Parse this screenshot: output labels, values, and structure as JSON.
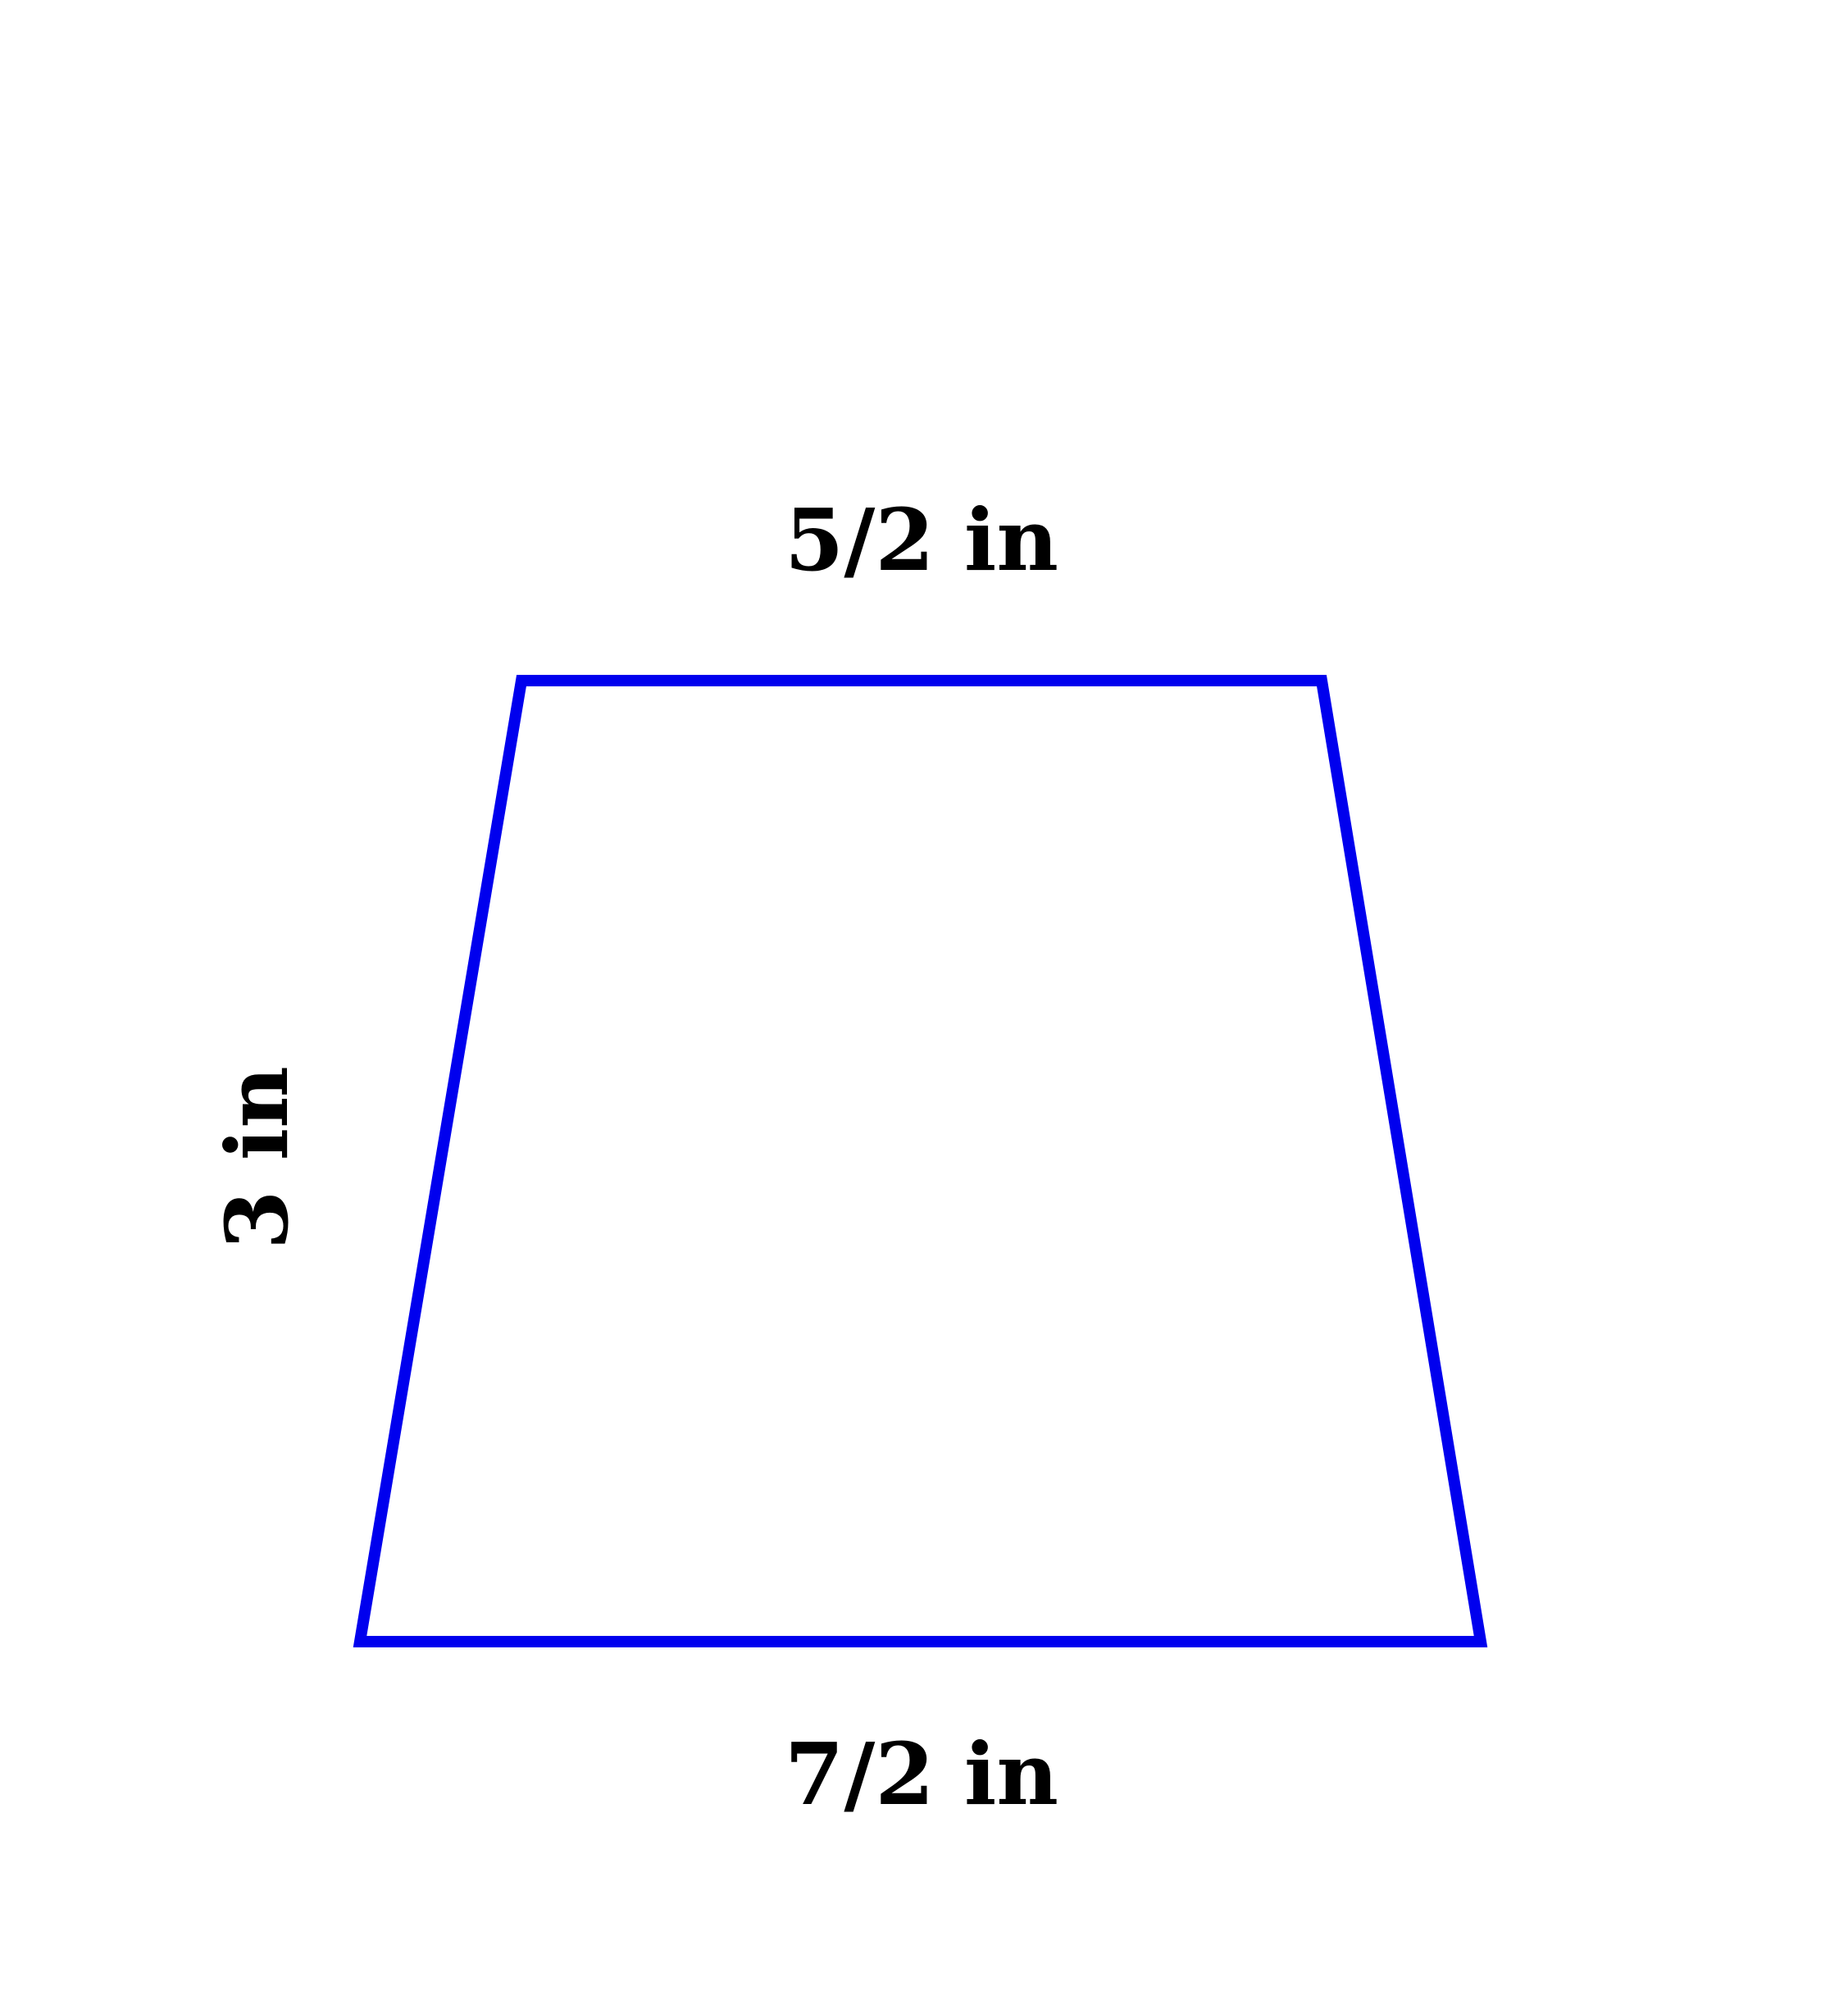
{
  "figure": {
    "shape": "trapezoid",
    "stroke_color": "#0000ee",
    "label_color": "#000000",
    "background": "#ffffff",
    "top_base_label": "5/2 in",
    "bottom_base_label": "7/2 in",
    "height_label": "3 in"
  }
}
